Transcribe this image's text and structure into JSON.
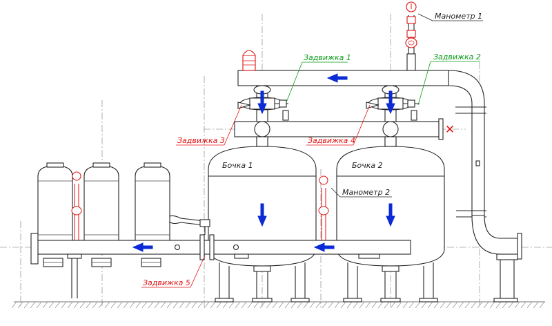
{
  "colors": {
    "flow_arrow": "#0a2bd6",
    "label_red": "#e01010",
    "label_green": "#0a9a1a",
    "label_dark": "#222222",
    "closed_mark": "#e01010",
    "gauge": "#e01010"
  },
  "labels": {
    "manometer1": "Манометр 1",
    "manometer2": "Манометр 2",
    "valve1": "Задвижка 1",
    "valve2": "Задвижка 2",
    "valve3": "Задвижка 3",
    "valve4": "Задвижка 4",
    "valve5": "Задвижка 5",
    "tank1": "Бочка 1",
    "tank2": "Бочка 2"
  },
  "symbols": {
    "closed": "✕"
  }
}
